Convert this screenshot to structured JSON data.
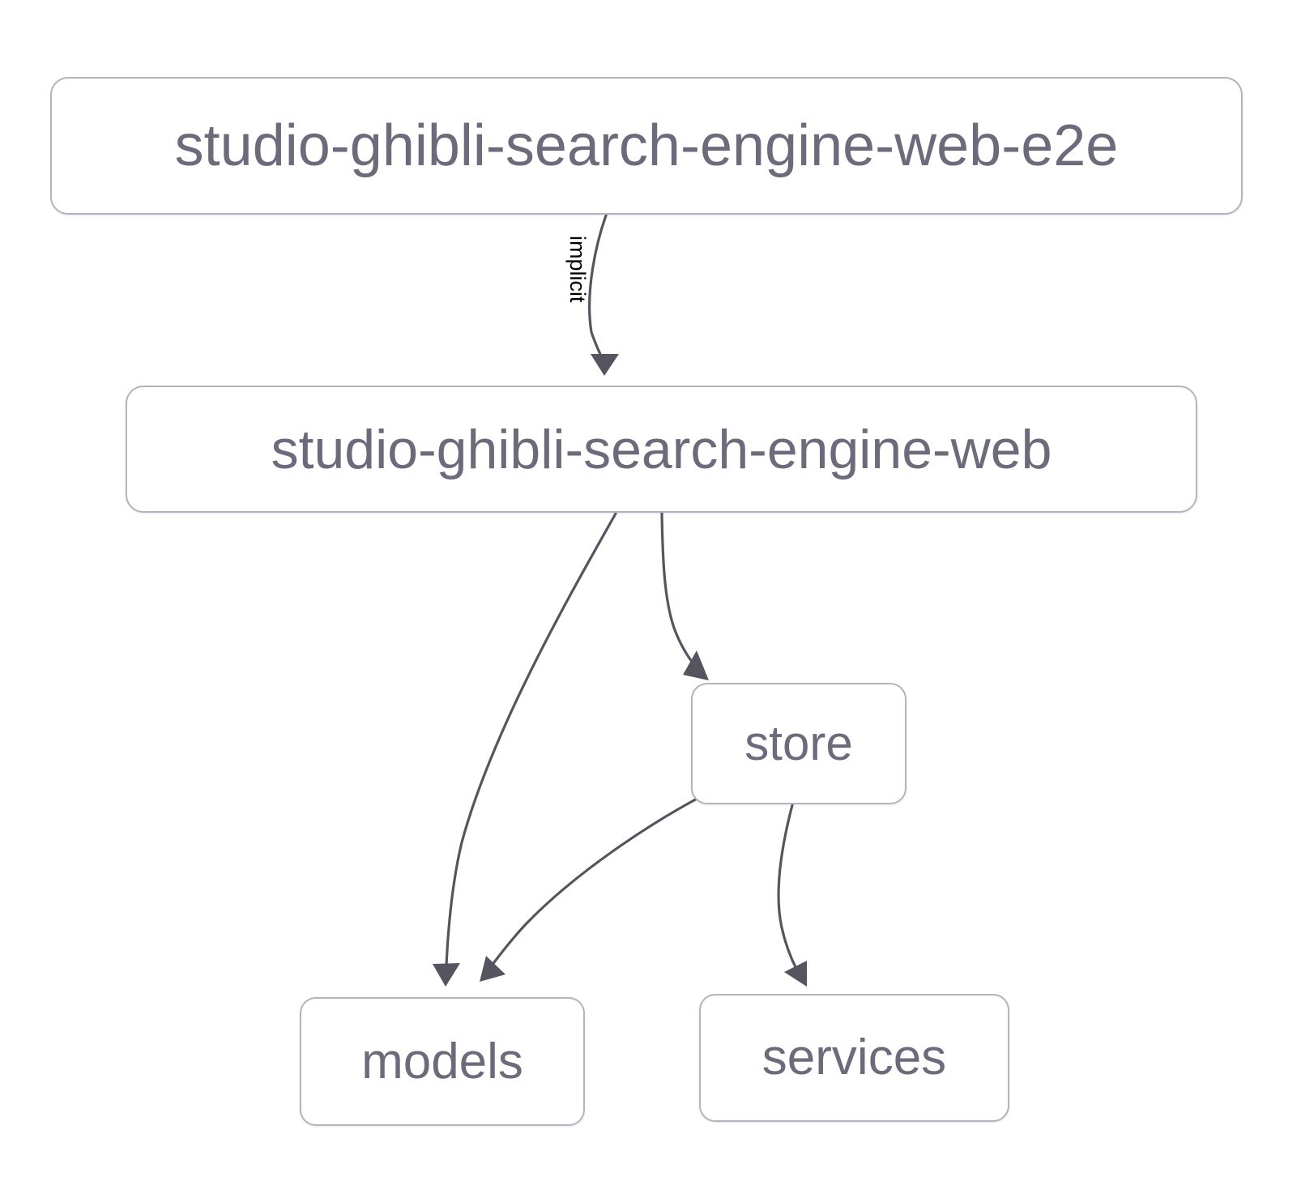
{
  "diagram": {
    "type": "dependency-graph",
    "direction": "top-down",
    "background_color": "#ffffff",
    "node_border_color": "#b4b4bc",
    "node_text_color": "#6b6b7b",
    "edge_color": "#55555f",
    "edge_label_color": "#000000",
    "nodes": [
      {
        "id": "e2e",
        "label": "studio-ghibli-search-engine-web-e2e"
      },
      {
        "id": "web",
        "label": "studio-ghibli-search-engine-web"
      },
      {
        "id": "store",
        "label": "store"
      },
      {
        "id": "models",
        "label": "models"
      },
      {
        "id": "services",
        "label": "services"
      }
    ],
    "edges": [
      {
        "from": "e2e",
        "to": "web",
        "label": "implicit"
      },
      {
        "from": "web",
        "to": "models",
        "label": ""
      },
      {
        "from": "web",
        "to": "store",
        "label": ""
      },
      {
        "from": "store",
        "to": "models",
        "label": ""
      },
      {
        "from": "store",
        "to": "services",
        "label": ""
      }
    ]
  }
}
